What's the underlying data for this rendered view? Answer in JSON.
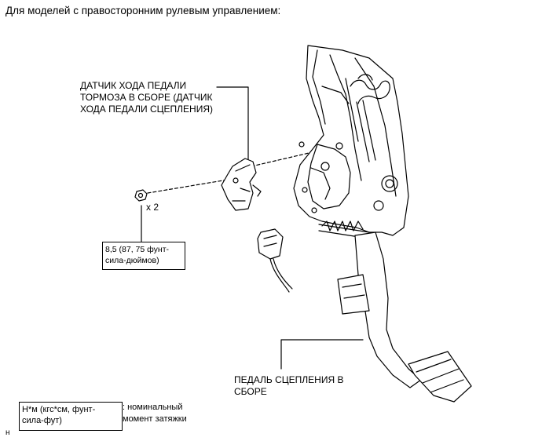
{
  "heading": "Для моделей с правосторонним рулевым управлением:",
  "sensor_label": "ДАТЧИК ХОДА ПЕДАЛИ\nТОРМОЗА В СБОРЕ (ДАТЧИК\nХОДА ПЕДАЛИ СЦЕПЛЕНИЯ)",
  "quantity_label": "x 2",
  "torque_spec": "8,5 (87, 75 фунт-\nсила-дюймов)",
  "pedal_label": "ПЕДАЛЬ СЦЕПЛЕНИЯ В\nСБОРЕ",
  "legend": {
    "units": "Н*м (кгс*см, фунт-\nсила-фут)",
    "description": ": номинальный\nмомент затяжки"
  },
  "image_code": "н"
}
